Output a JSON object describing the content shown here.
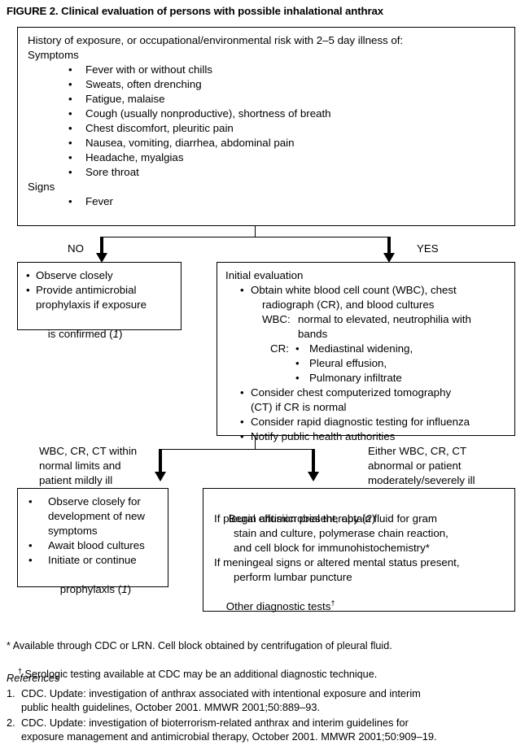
{
  "figure": {
    "title": "FIGURE 2. Clinical evaluation of persons with possible inhalational anthrax"
  },
  "boxes": {
    "history": {
      "heading": "History of exposure, or occupational/environmental risk with 2–5 day illness of:",
      "symptoms_label": "Symptoms",
      "symptoms": [
        "Fever with or without chills",
        "Sweats, often drenching",
        "Fatigue, malaise",
        "Cough (usually nonproductive), shortness of breath",
        "Chest discomfort, pleuritic pain",
        "Nausea, vomiting, diarrhea, abdominal pain",
        "Headache, myalgias",
        "Sore throat"
      ],
      "signs_label": "Signs",
      "signs": [
        "Fever"
      ]
    },
    "no_branch": {
      "items": [
        "Observe closely",
        "Provide antimicrobial",
        "prophylaxis if exposure",
        "is confirmed ("
      ],
      "ref_marker": "1",
      "ref_close": ")"
    },
    "initial_evaluation": {
      "heading": "Initial evaluation",
      "obtain_line1": "Obtain white blood cell count (WBC), chest",
      "obtain_line2": "radiograph (CR), and blood cultures",
      "wbc_label": "WBC:",
      "wbc_line1": "normal to elevated, neutrophilia with",
      "wbc_line2": "bands",
      "cr_label": "CR:",
      "cr_items": [
        "Mediastinal widening,",
        "Pleural effusion,",
        "Pulmonary infiltrate"
      ],
      "consider_ct_line1": "Consider chest computerized tomography",
      "consider_ct_line2": "(CT) if CR is normal",
      "consider_rapid": "Consider rapid diagnostic testing for influenza",
      "notify": "Notify public health authorities"
    },
    "mild_outcome": {
      "items": [
        "Observe closely for",
        "development of new",
        "symptoms",
        "Await blood cultures",
        "Initiate or continue",
        "prophylaxis ("
      ],
      "ref_marker": "1",
      "ref_close": ")"
    },
    "severe_outcome": {
      "line1_pre": "Begin antimicrobial therapy (",
      "line1_marker": "2",
      "line1_post": ")",
      "line2": "If pleural effusion present, obtain fluid for gram",
      "line3": "stain and culture, polymerase chain reaction,",
      "line4": "and cell block for immunohistochemistry*",
      "line5": "If meningeal signs or altered mental status present,",
      "line6": "perform lumbar puncture",
      "line7": "Other diagnostic tests",
      "line7_marker": "†"
    }
  },
  "branch_labels": {
    "no": "NO",
    "yes": "YES",
    "mild": [
      "WBC, CR, CT within",
      "normal limits and",
      "patient mildly ill"
    ],
    "severe": [
      "Either WBC, CR, CT",
      "abnormal or patient",
      "moderately/severely ill"
    ]
  },
  "footnotes": {
    "asterisk": "* Available through CDC or LRN. Cell block obtained by centrifugation of pleural fluid.",
    "dagger_marker": "†",
    "dagger": " Serologic testing available at CDC may be an additional diagnostic technique."
  },
  "references": {
    "heading": "References",
    "items": [
      {
        "num": "1.",
        "line1": "CDC. Update: investigation of anthrax associated with intentional exposure and interim",
        "line2": "public health guidelines, October 2001. MMWR 2001;50:889–93."
      },
      {
        "num": "2.",
        "line1": "CDC. Update: investigation of bioterrorism-related anthrax and interim guidelines for",
        "line2": "exposure management and antimicrobial therapy, October 2001. MMWR 2001;50:909–19."
      }
    ]
  },
  "colors": {
    "ink": "#000000",
    "paper": "#ffffff"
  }
}
